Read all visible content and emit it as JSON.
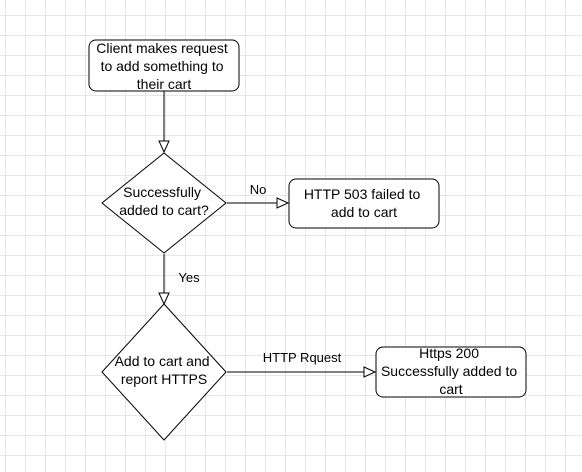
{
  "nodes": {
    "client_request": {
      "lines": [
        "Client makes request",
        "to add something to",
        "their cart"
      ]
    },
    "decision_added": {
      "lines": [
        "Successfully",
        "added to cart?"
      ]
    },
    "http_503": {
      "lines": [
        "HTTP 503 failed to",
        "add to cart"
      ]
    },
    "add_report": {
      "lines": [
        "Add to cart and",
        "report HTTPS"
      ]
    },
    "https_200": {
      "lines": [
        "Https 200",
        "Successfully added to",
        "cart"
      ]
    }
  },
  "edges": {
    "no_label": "No",
    "yes_label": "Yes",
    "http_request_label": "HTTP Rquest"
  }
}
